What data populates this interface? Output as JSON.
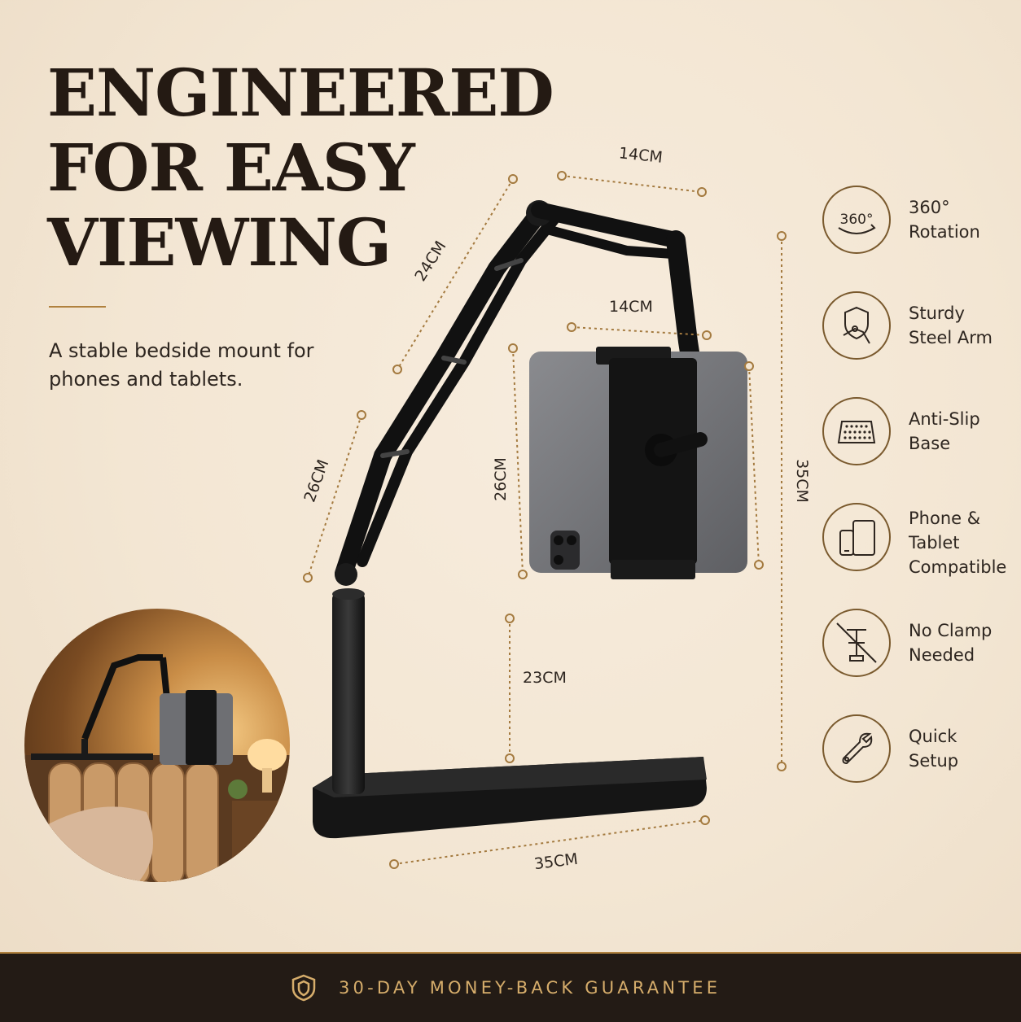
{
  "headline": {
    "line1": "ENGINEERED",
    "line2": "FOR EASY",
    "line3": "VIEWING"
  },
  "subtitle": "A stable bedside mount for phones and tablets.",
  "dimensions": {
    "top_arm_width": "14CM",
    "upper_arm": "24CM",
    "holder_width": "14CM",
    "lower_arm": "26CM",
    "holder_height": "26CM",
    "total_height": "35CM",
    "pole_height": "23CM",
    "base_length": "35CM"
  },
  "features": [
    {
      "icon": "rotation-360-icon",
      "icon_text": "360°",
      "label": "360°\nRotation"
    },
    {
      "icon": "steel-arm-shield-icon",
      "label": "Sturdy\nSteel Arm"
    },
    {
      "icon": "anti-slip-base-icon",
      "label": "Anti-Slip\nBase"
    },
    {
      "icon": "phone-tablet-icon",
      "label": "Phone &\nTablet\nCompatible"
    },
    {
      "icon": "no-clamp-icon",
      "label": "No Clamp\nNeeded"
    },
    {
      "icon": "wrench-icon",
      "label": "Quick\nSetup"
    }
  ],
  "footer": {
    "icon": "shield-icon",
    "text": "30-DAY MONEY-BACK GUARANTEE"
  },
  "colors": {
    "accent": "#b0813e",
    "dark": "#231b15",
    "background": "#f3e6d3",
    "footer_text": "#d6ad6b"
  }
}
